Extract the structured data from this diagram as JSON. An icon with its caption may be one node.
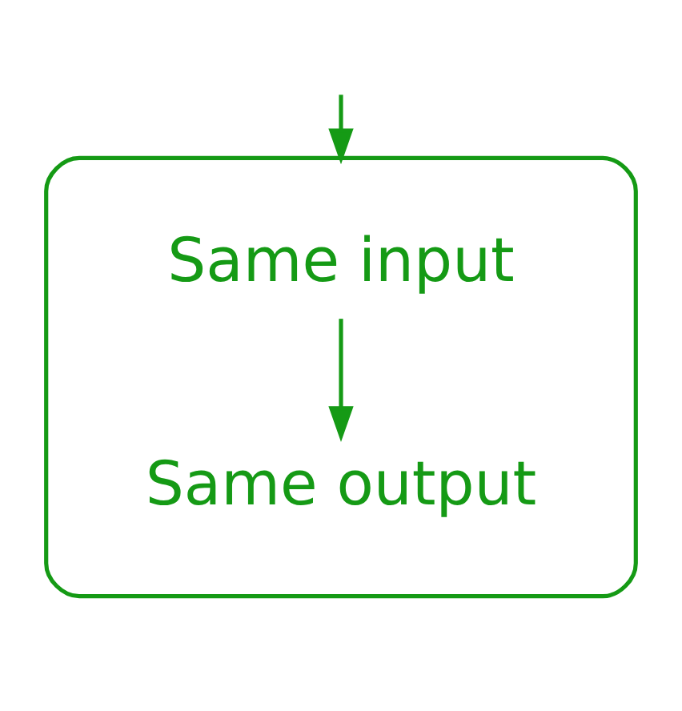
{
  "diagram": {
    "nodes": [
      {
        "text": [],
        "shape": "box"
      },
      {
        "text": [
          "Same input"
        ],
        "in": 0
      },
      {
        "text": [
          "Same output"
        ],
        "in": 0
      }
    ],
    "edges": [
      {
        "from": null,
        "to": 0,
        "arrow": "to"
      },
      {
        "from": 1,
        "to": 2,
        "arrow": "to"
      }
    ]
  }
}
